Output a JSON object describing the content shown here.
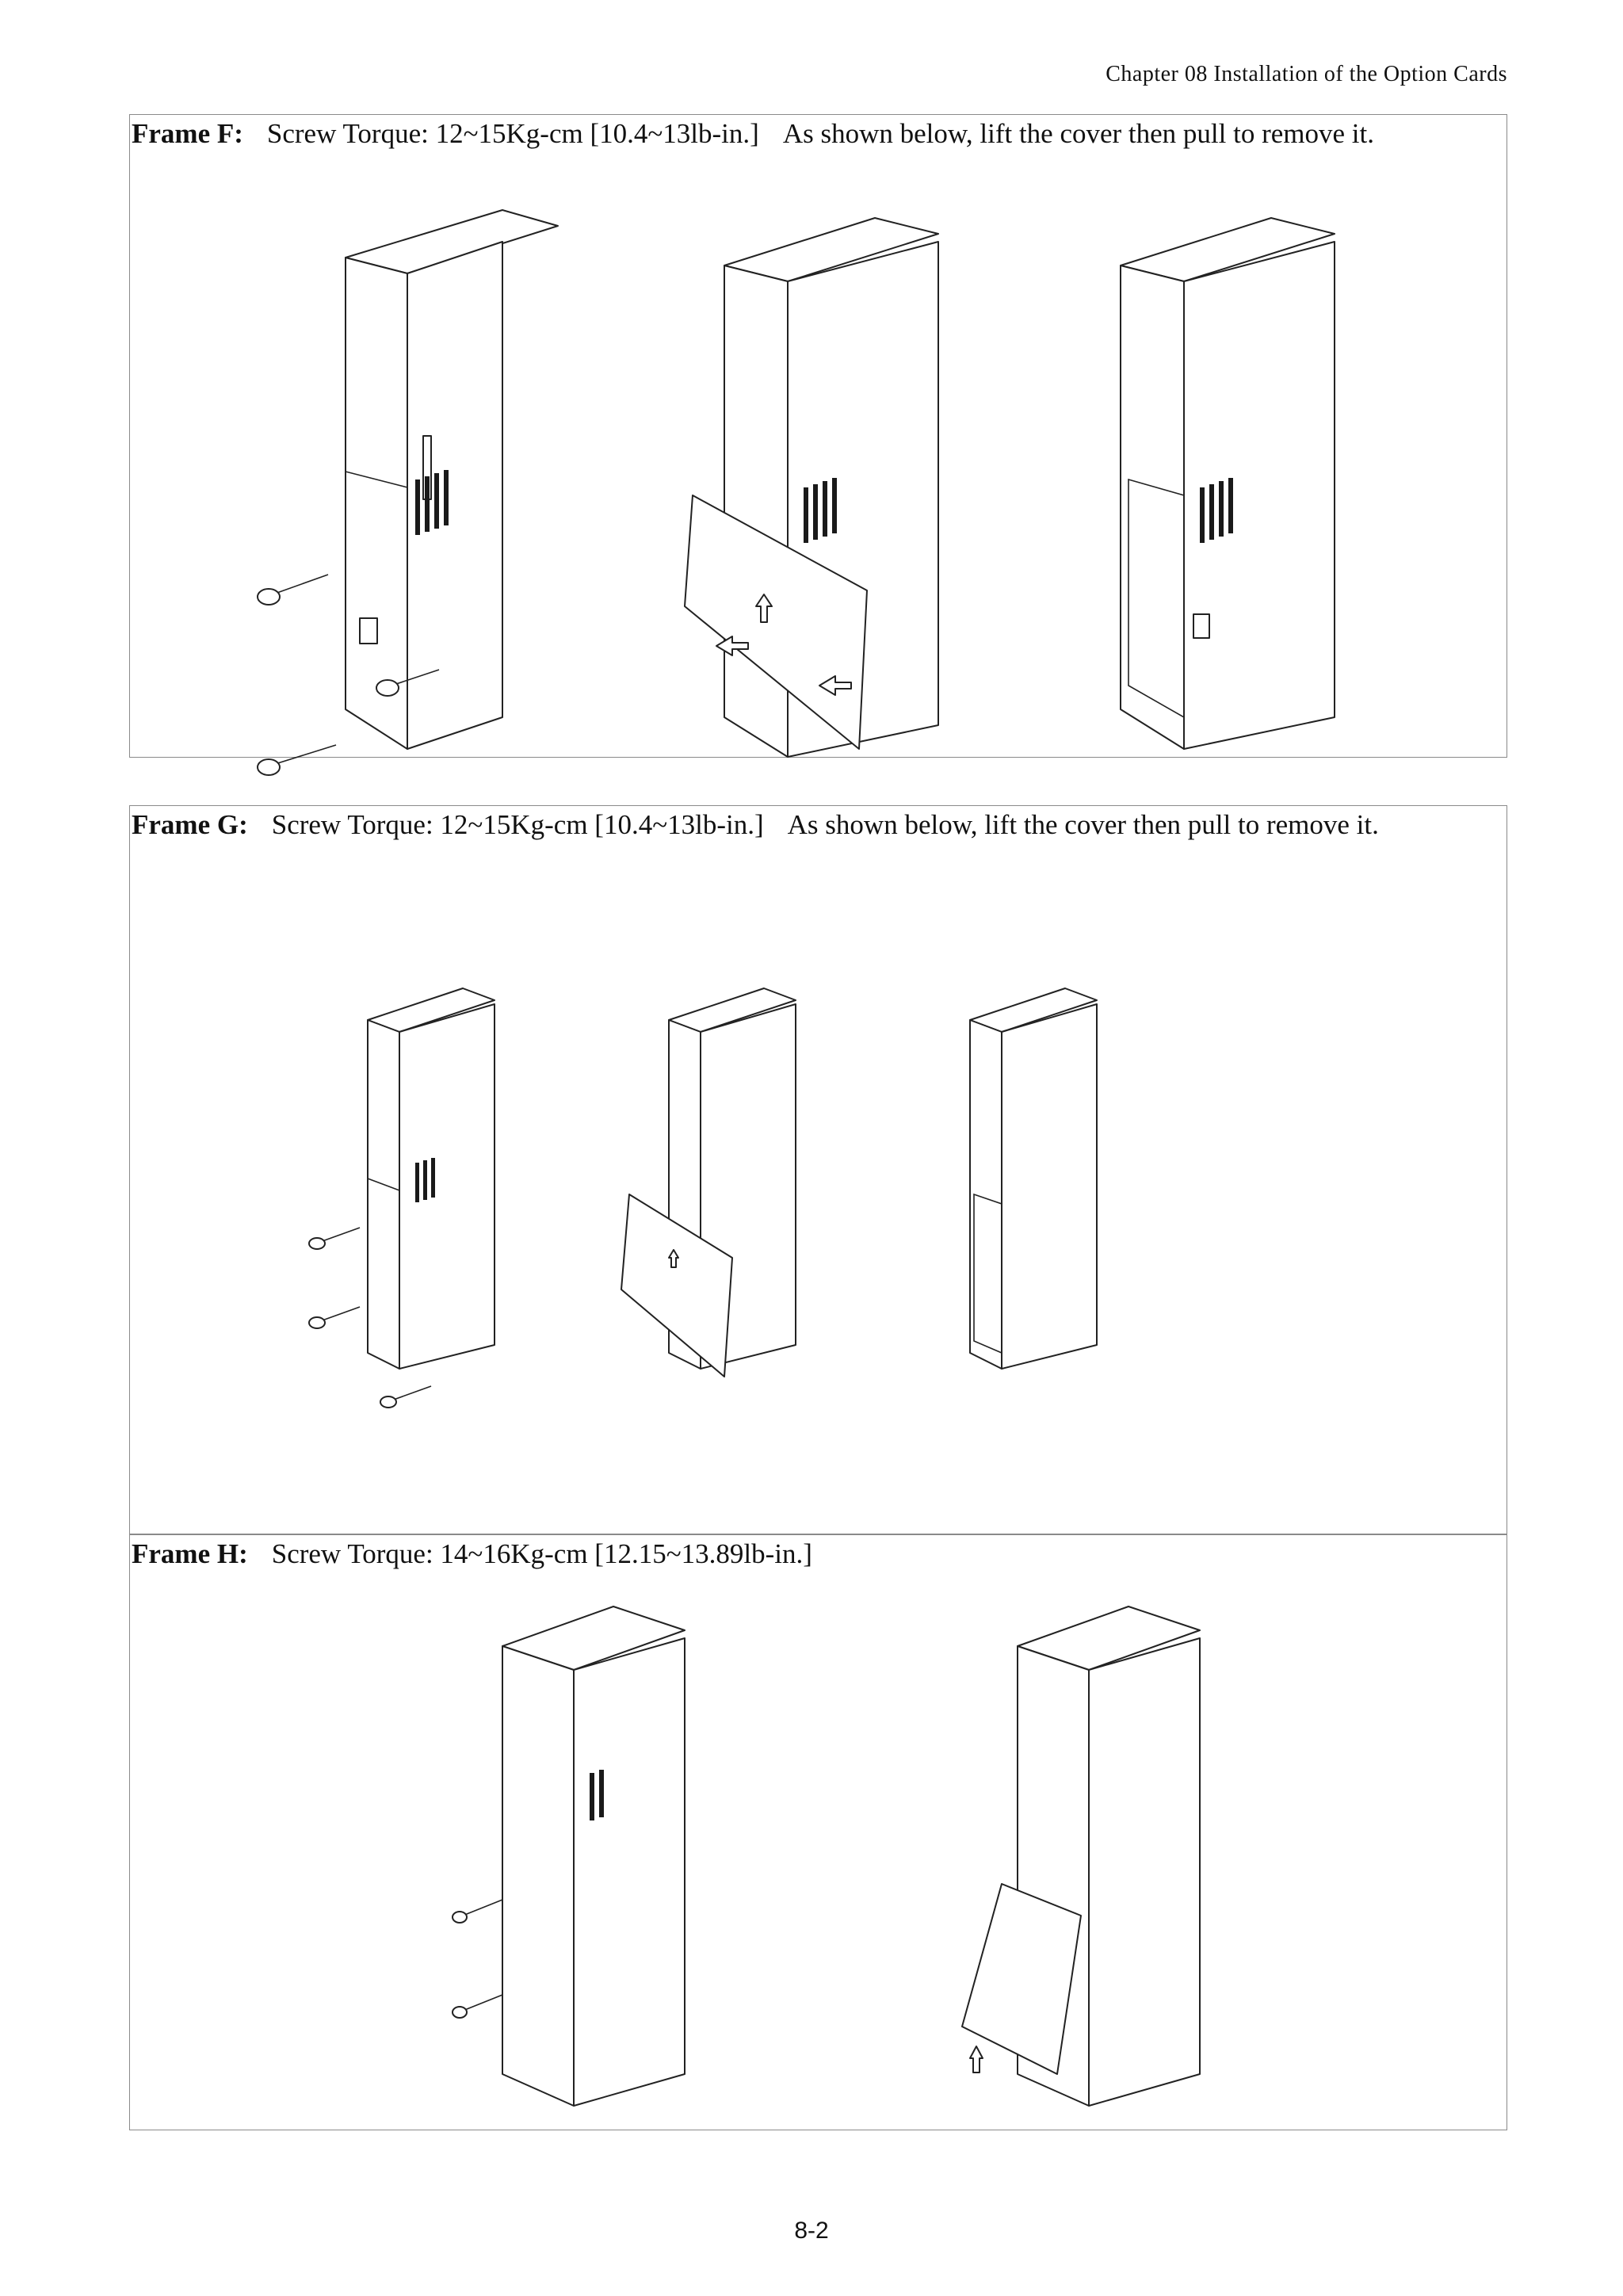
{
  "header": {
    "chapter": "Chapter 08 Installation of the Option Cards"
  },
  "frames": [
    {
      "id": "F",
      "label": "Frame F:",
      "torque": "Screw Torque: 12~15Kg-cm [10.4~13lb-in.]",
      "instruction": "As shown below, lift the cover then pull to remove it."
    },
    {
      "id": "G",
      "label": "Frame G:",
      "torque": "Screw Torque: 12~15Kg-cm [10.4~13lb-in.]",
      "instruction": "As shown below, lift the cover then pull to remove it."
    },
    {
      "id": "H",
      "label": "Frame H:",
      "torque": "Screw Torque: 14~16Kg-cm [12.15~13.89lb-in.]",
      "instruction": ""
    }
  ],
  "footer": {
    "page_number": "8-2"
  }
}
